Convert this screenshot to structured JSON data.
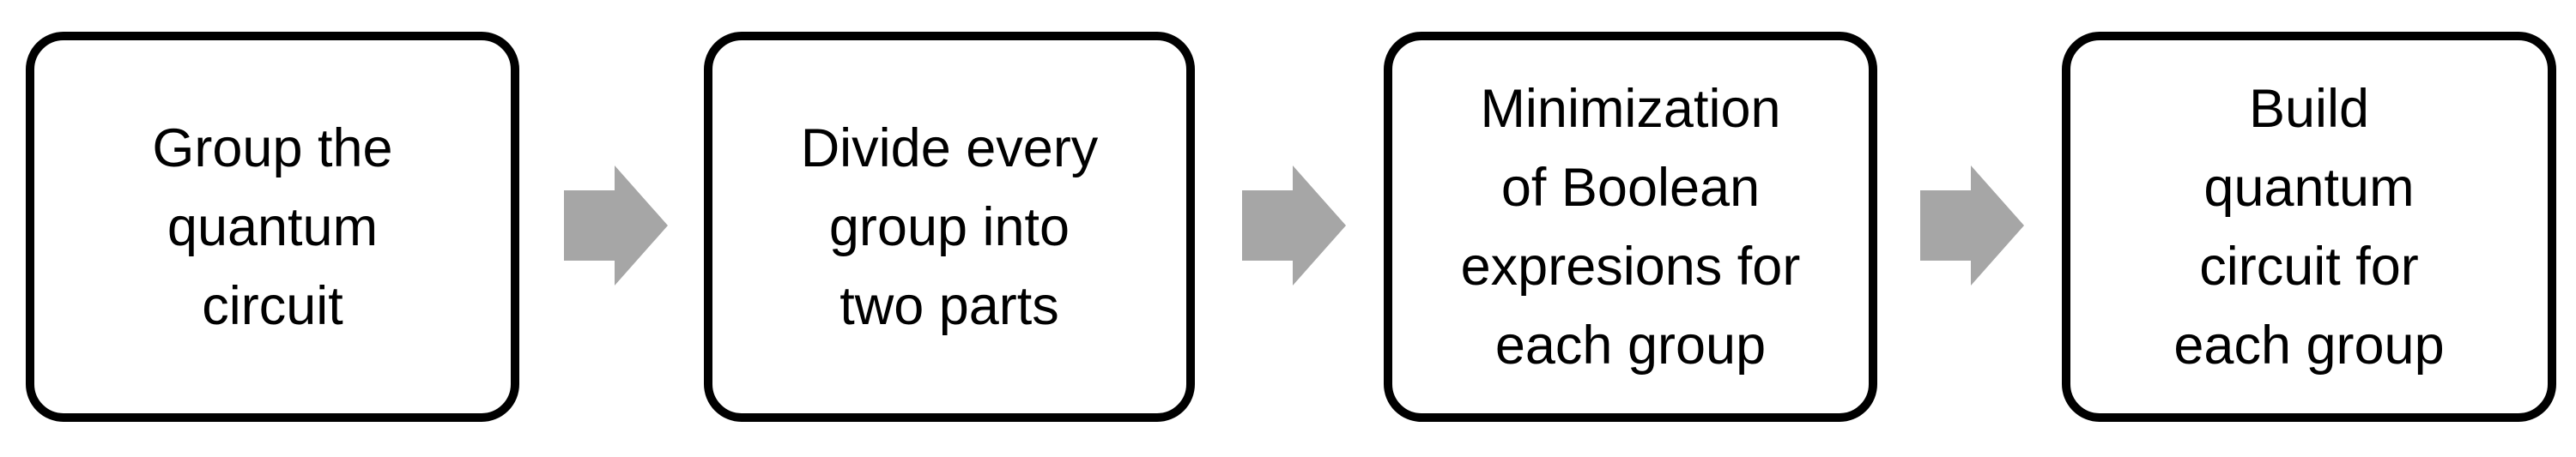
{
  "diagram": {
    "type": "flowchart",
    "direction": "left-to-right",
    "steps": [
      {
        "label": "Group the quantum circuit",
        "lines": [
          "Group the",
          "quantum",
          "circuit"
        ]
      },
      {
        "label": "Divide every group into two parts",
        "lines": [
          "Divide every",
          "group into",
          "two parts"
        ]
      },
      {
        "label": "Minimization of Boolean expresions for each group",
        "lines": [
          "Minimization",
          "of Boolean",
          "expresions for",
          "each group"
        ]
      },
      {
        "label": "Build quantum circuit for each group",
        "lines": [
          "Build",
          "quantum",
          "circuit for",
          "each group"
        ]
      }
    ],
    "connector_icon": "right-block-arrow",
    "colors": {
      "box_border": "#000000",
      "box_fill": "#ffffff",
      "text": "#000000",
      "arrow_fill": "#a6a6a6",
      "background": "#ffffff"
    }
  }
}
